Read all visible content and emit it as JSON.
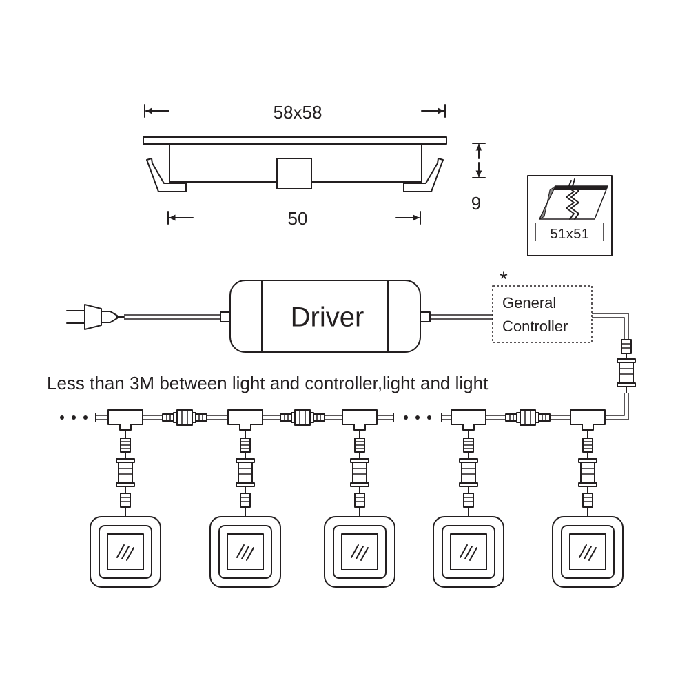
{
  "dimensions": {
    "outer_width": "58x58",
    "inner_width": "50",
    "height": "9",
    "cutout": "51x51"
  },
  "driver": {
    "label": "Driver"
  },
  "controller": {
    "line1": "General",
    "line2": "Controller",
    "asterisk": "*"
  },
  "note": "Less than 3M between light and controller,light and light",
  "colors": {
    "line": "#231f20",
    "background": "#ffffff"
  },
  "icons": {
    "plug": "power-plug-icon",
    "connector": "cable-connector-icon",
    "light": "square-led-light-icon",
    "continuation": "ellipsis-dots-icon"
  }
}
